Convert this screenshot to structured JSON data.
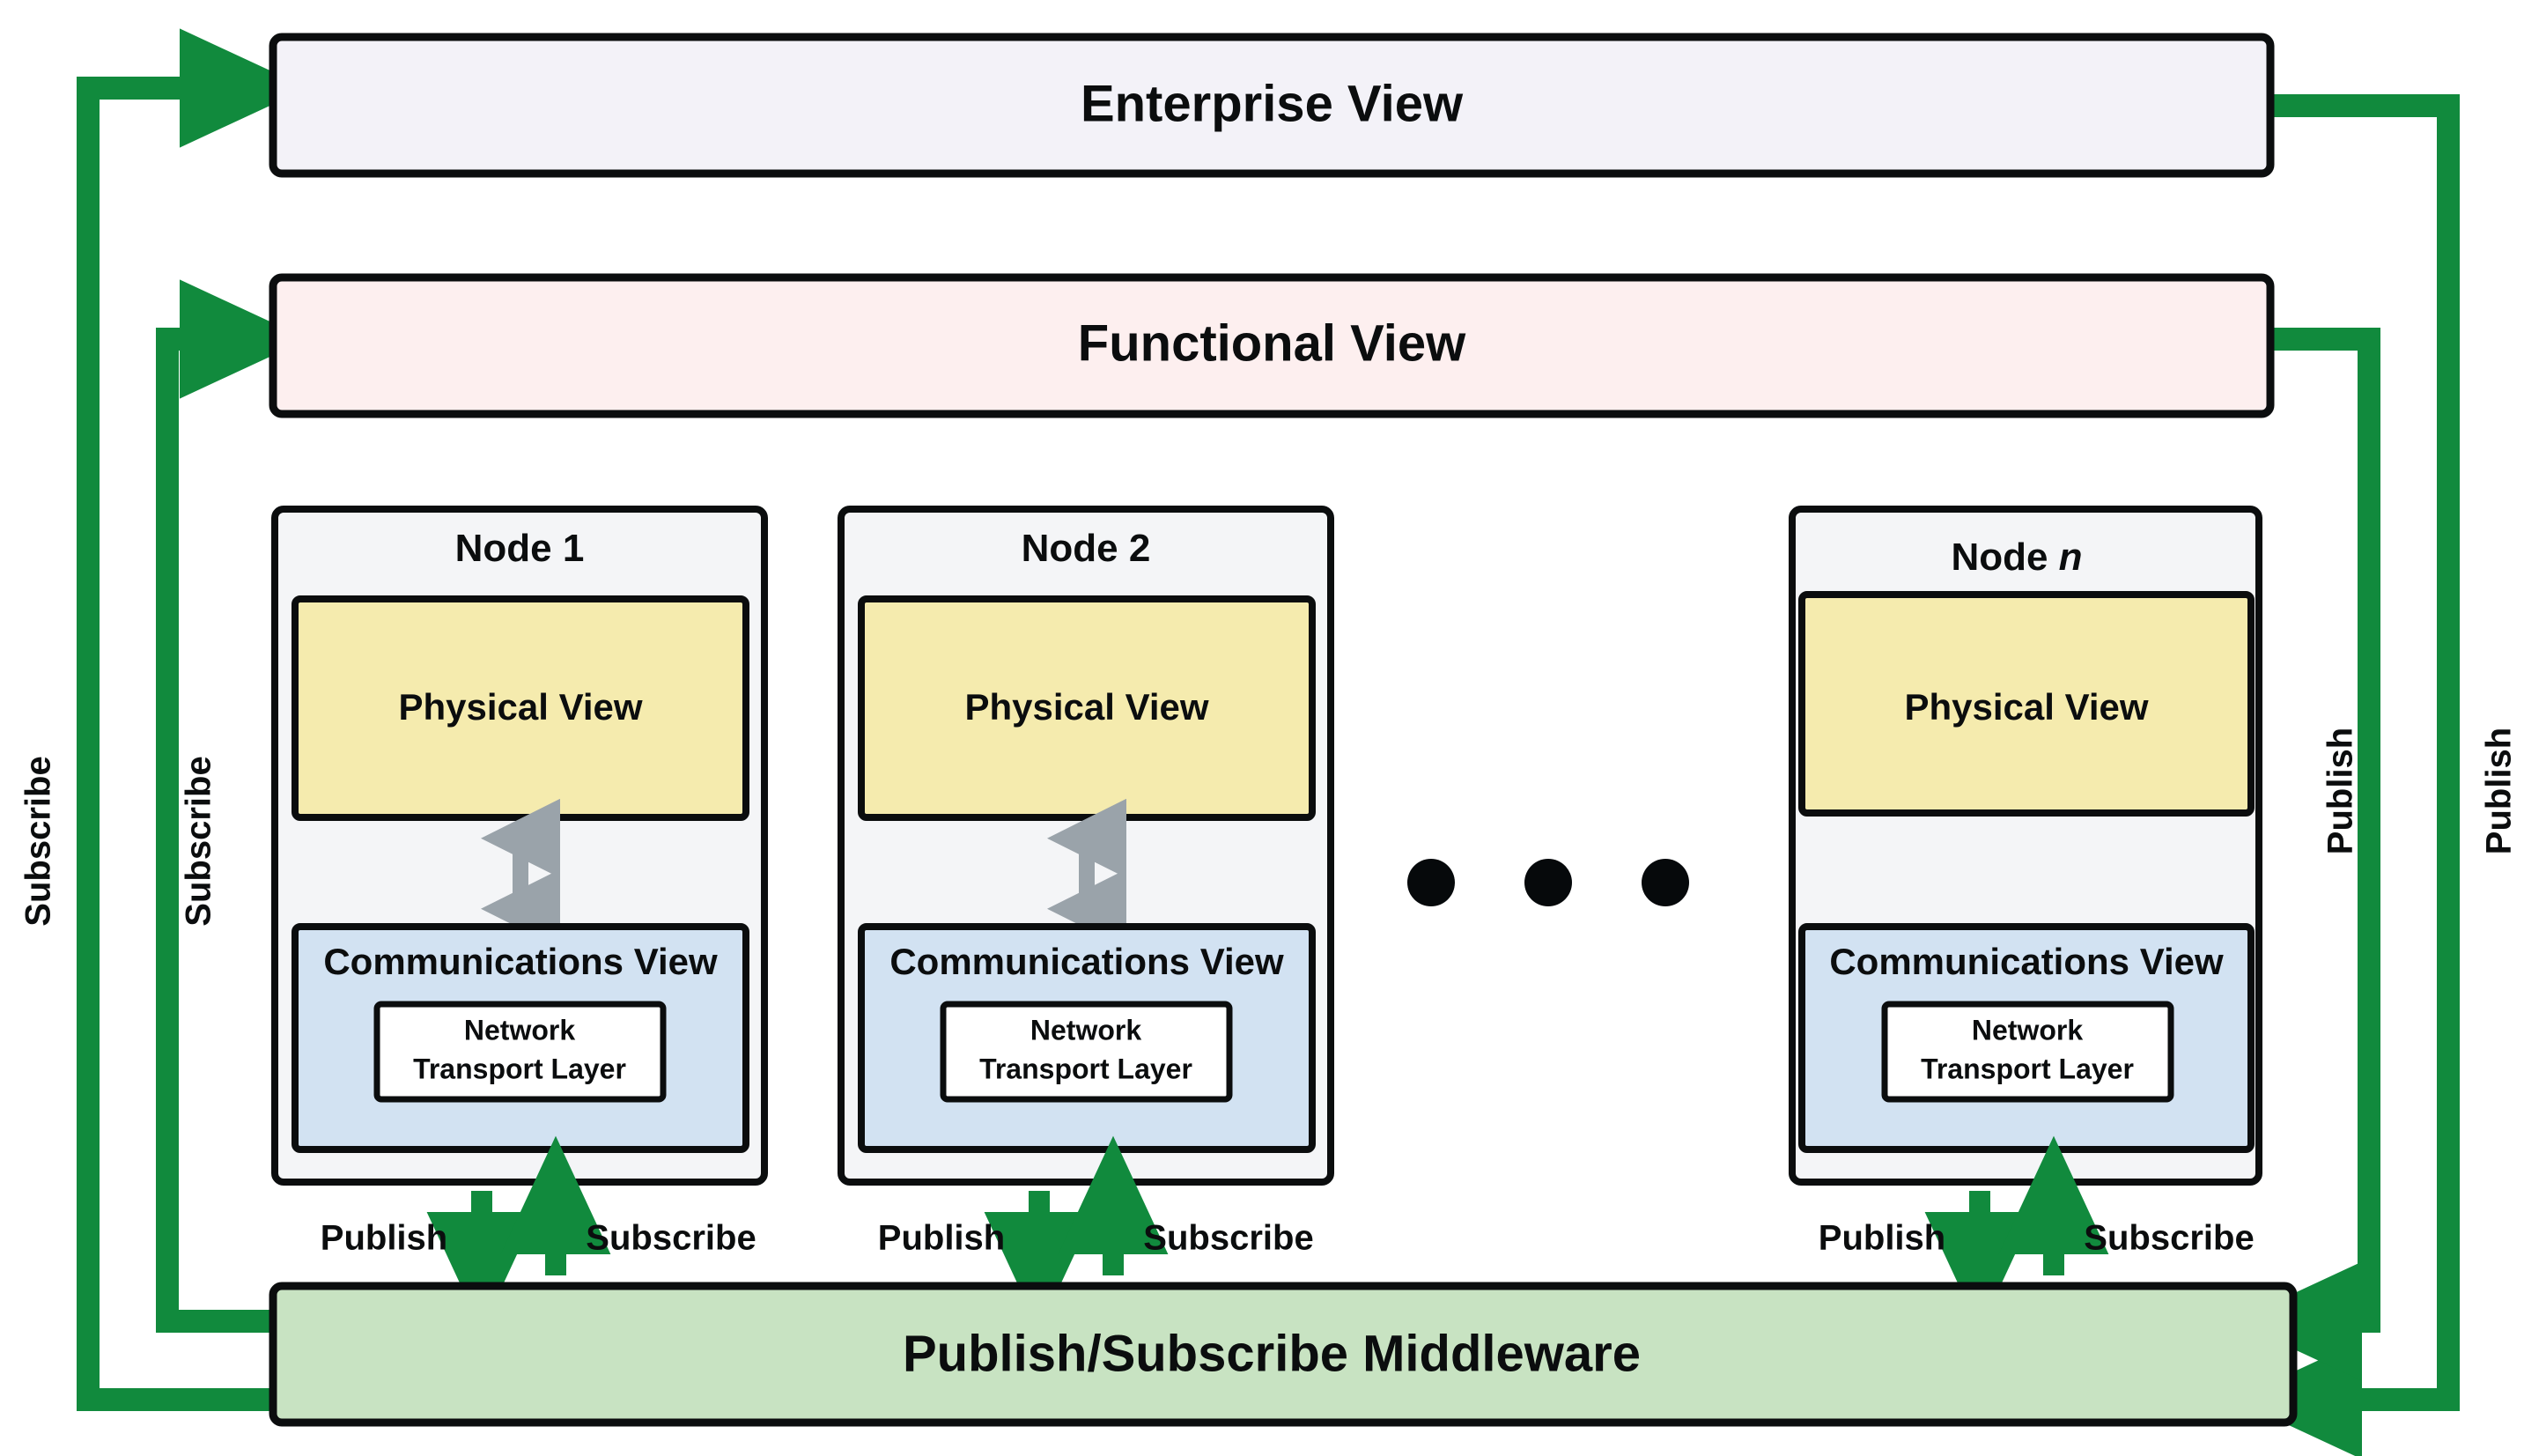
{
  "diagram": {
    "title": "Publish/Subscribe Architecture Views",
    "type": "layered-architecture-block-diagram"
  },
  "colors": {
    "enterprise_fill": "#F3F2F8",
    "functional_fill": "#FDEFEF",
    "node_fill": "#F4F5F7",
    "physical_fill": "#F5EBAE",
    "communications_fill": "#D2E2F2",
    "network_fill": "#FFFFFF",
    "middleware_fill": "#C8E3C2",
    "stroke": "#0B0D0E",
    "arrow_green": "#118A3D",
    "arrow_gray": "#9AA3AA",
    "dot_black": "#06090B"
  },
  "layers": {
    "enterprise": {
      "label": "Enterprise View"
    },
    "functional": {
      "label": "Functional View"
    },
    "middleware": {
      "label": "Publish/Subscribe Middleware"
    }
  },
  "nodes": [
    {
      "id": "node-1",
      "title_prefix": "Node ",
      "title_suffix": "1",
      "title_italic": false,
      "physical_label": "Physical View",
      "communications_label": "Communications View",
      "network_line_1": "Network",
      "network_line_2": "Transport Layer",
      "has_internal_arrow": true,
      "publish_label": "Publish",
      "subscribe_label": "Subscribe"
    },
    {
      "id": "node-2",
      "title_prefix": "Node ",
      "title_suffix": "2",
      "title_italic": false,
      "physical_label": "Physical View",
      "communications_label": "Communications View",
      "network_line_1": "Network",
      "network_line_2": "Transport Layer",
      "has_internal_arrow": true,
      "publish_label": "Publish",
      "subscribe_label": "Subscribe"
    },
    {
      "id": "node-n",
      "title_prefix": "Node ",
      "title_suffix": "n",
      "title_italic": true,
      "physical_label": "Physical View",
      "communications_label": "Communications View",
      "network_line_1": "Network",
      "network_line_2": "Transport Layer",
      "has_internal_arrow": false,
      "publish_label": "Publish",
      "subscribe_label": "Subscribe"
    }
  ],
  "side_labels": {
    "left_outer": "Subscribe",
    "left_inner": "Subscribe",
    "right_inner": "Publish",
    "right_outer": "Publish"
  },
  "ellipsis": {
    "label": "more-nodes-ellipsis",
    "dot_count": 3
  }
}
